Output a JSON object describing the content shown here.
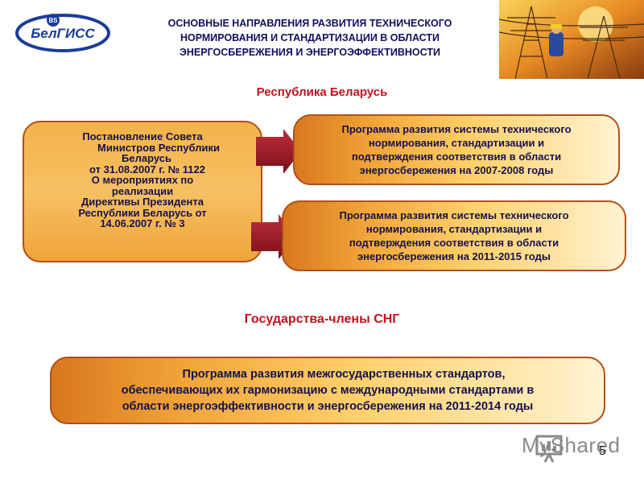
{
  "logo": {
    "text": "БелГИСС"
  },
  "header": {
    "title_lines": [
      "ОСНОВНЫЕ НАПРАВЛЕНИЯ РАЗВИТИЯ ТЕХНИЧЕСКОГО",
      "НОРМИРОВАНИЯ И СТАНДАРТИЗАЦИИ В ОБЛАСТИ",
      "ЭНЕРГОСБЕРЕЖЕНИЯ И  ЭНЕРГОЭФФЕКТИВНОСТИ"
    ]
  },
  "section_belarus": {
    "title": "Республика Беларусь"
  },
  "left_box": {
    "lines": [
      "Постановление Совета",
      "Министров Республики",
      "Беларусь",
      "от 31.08.2007 г. № 1122",
      "О мероприятиях по",
      "реализации",
      "Директивы Президента",
      "Республики Беларусь от",
      "14.06.2007 г. № 3"
    ]
  },
  "right_box_1": {
    "lines": [
      "Программа развития системы технического",
      "нормирования, стандартизации и",
      "подтверждения соответствия в области",
      "энергосбережения на 2007-2008 годы"
    ]
  },
  "right_box_2": {
    "lines": [
      "Программа развития системы технического",
      "нормирования, стандартизации и",
      "подтверждения соответствия в области",
      "энергосбережения на 2011-2015 годы"
    ]
  },
  "section_cis": {
    "title": "Государства-члены СНГ"
  },
  "bottom_box": {
    "lines": [
      "Программа развития межгосударственных стандартов,",
      "обеспечивающих их гармонизацию с международными стандартами в",
      "области энергоэффективности и энергосбережения на 2011-2014 годы"
    ]
  },
  "watermark": {
    "text": "MyShared"
  },
  "page": {
    "number": "5"
  },
  "colors": {
    "accent_red": "#c0121c",
    "title_navy": "#101060",
    "box_orange": "#f2a63a",
    "arrow_red": "#9a1424"
  }
}
